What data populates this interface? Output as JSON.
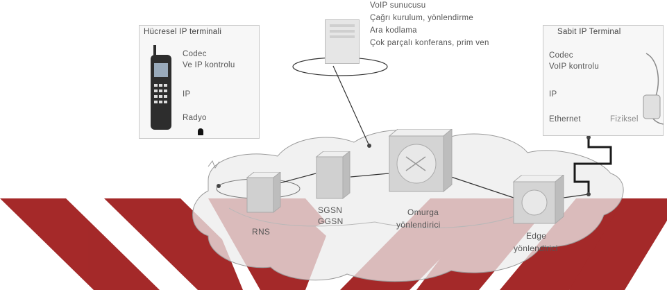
{
  "watermark": {
    "color": "#9b1c1c"
  },
  "server": {
    "lines": [
      "VoIP sunucusu",
      "Çağrı kurulum, yönlendirme",
      "Ara kodlama",
      "Çok parçalı konferans, prim ven"
    ]
  },
  "mobile_terminal": {
    "title": "Hücresel IP terminali",
    "layers": [
      "Codec",
      "Ve IP kontrolu",
      "IP",
      "Radyo"
    ],
    "icon": "mobile-phone-icon"
  },
  "fixed_terminal": {
    "title": "Sabit IP Terminal",
    "layers": [
      "Codec",
      "VoIP kontrolu",
      "IP",
      "Ethernet",
      "Fiziksel"
    ],
    "icon": "telephone-icon"
  },
  "nodes": {
    "rns": "RNS",
    "sgsn": "SGSN",
    "ggsn": "GGSN",
    "core": [
      "Omurga",
      "yönlendirici"
    ],
    "edge": [
      "Edge",
      "yönlendirici"
    ]
  },
  "colors": {
    "watermark": "#a01e1e",
    "cloud_fill": "#ededed",
    "cube_fill": "#d4d4d4",
    "line": "#333333"
  }
}
